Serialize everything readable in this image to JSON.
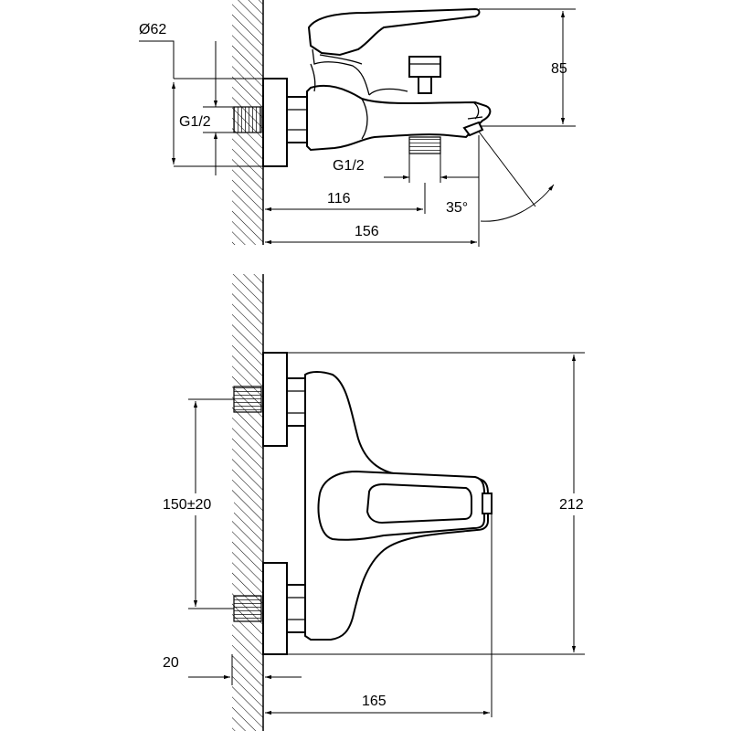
{
  "top_view": {
    "labels": {
      "diameter": "Ø62",
      "connection_left": "G1/2",
      "connection_bottom": "G1/2",
      "height": "85",
      "spout_offset": "116",
      "depth": "156",
      "angle": "35°"
    }
  },
  "front_view": {
    "labels": {
      "centers": "150±20",
      "height": "212",
      "wall_offset": "20",
      "width": "165"
    }
  },
  "colors": {
    "line": "#000000",
    "background": "#ffffff"
  }
}
